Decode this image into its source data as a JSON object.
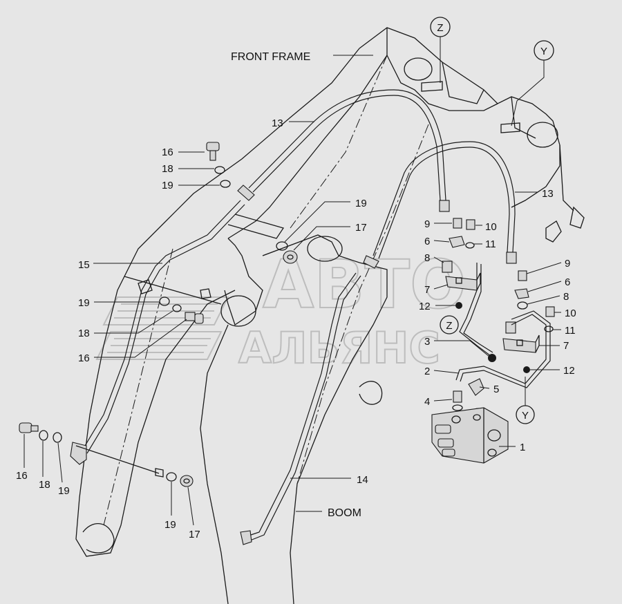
{
  "labels": {
    "front_frame": "FRONT FRAME",
    "boom": "BOOM",
    "ref_z": "Z",
    "ref_y": "Y"
  },
  "watermark": {
    "line1": "АВТО",
    "line2": "АЛЬЯНС"
  },
  "part_numbers": {
    "p1": "1",
    "p2": "2",
    "p3": "3",
    "p4": "4",
    "p5": "5",
    "p6a": "6",
    "p6b": "6",
    "p7a": "7",
    "p7b": "7",
    "p8a": "8",
    "p8b": "8",
    "p9a": "9",
    "p9b": "9",
    "p10a": "10",
    "p10b": "10",
    "p11a": "11",
    "p11b": "11",
    "p12a": "12",
    "p12b": "12",
    "p13a": "13",
    "p13b": "13",
    "p14": "14",
    "p15": "15",
    "p16a": "16",
    "p16b": "16",
    "p16c": "16",
    "p17a": "17",
    "p17b": "17",
    "p18a": "18",
    "p18b": "18",
    "p18c": "18",
    "p19a": "19",
    "p19b": "19",
    "p19c": "19",
    "p19d": "19",
    "p19e": "19"
  }
}
